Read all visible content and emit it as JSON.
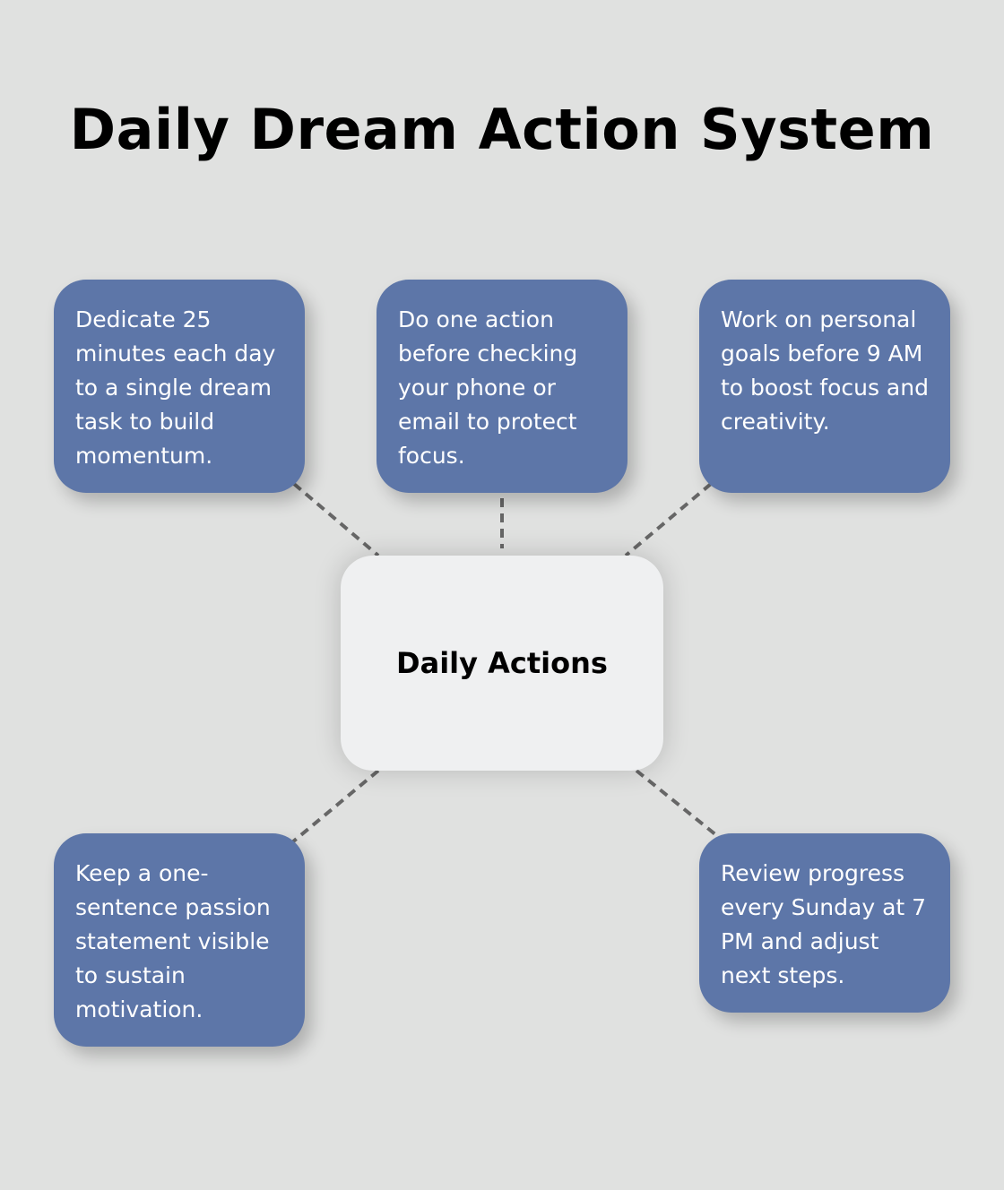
{
  "title": "Daily Dream Action System",
  "center": {
    "label": "Daily Actions"
  },
  "nodes": [
    {
      "text": "Dedicate 25 minutes each day to a single dream task to build momentum."
    },
    {
      "text": "Do one action before checking your phone or email to protect focus."
    },
    {
      "text": "Work on personal goals before 9 AM to boost focus and creativity."
    },
    {
      "text": "Keep a one-sentence passion statement visible to sustain motivation."
    },
    {
      "text": "Review progress every Sunday at 7 PM and adjust next steps."
    }
  ],
  "colors": {
    "background": "#e0e1e0",
    "node": "#5d76a8",
    "center": "#eff0f1",
    "connector": "#666666"
  }
}
